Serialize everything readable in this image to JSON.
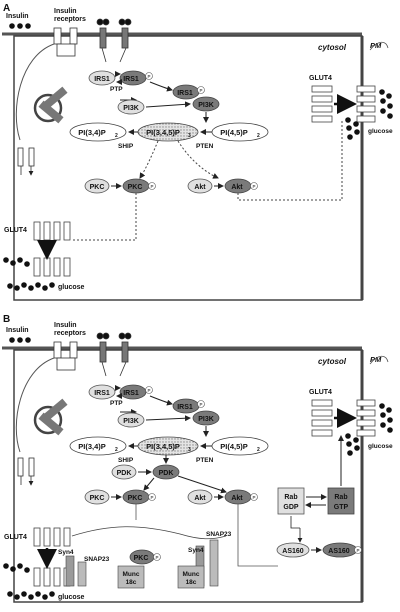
{
  "panelA": {
    "letter": "A",
    "insulin": "Insulin",
    "receptors_l1": "Insulin",
    "receptors_l2": "receptors",
    "cytosol": "cytosol",
    "pm": "PM",
    "irs1_left": "IRS1",
    "irs1_mid": "IRS1",
    "irs1_right": "IRS1",
    "ptp": "PTP",
    "pi3k_left": "PI3K",
    "pi3k_right": "PI3K",
    "pi34p2": "PI(3,4)P",
    "pi345p3": "PI(3,4,5)P",
    "pi45p2": "PI(4,5)P",
    "sub2": "2",
    "sub3": "3",
    "ship": "SHIP",
    "pten": "PTEN",
    "pkc_left": "PKC",
    "pkc_right": "PKC",
    "akt_left": "Akt",
    "akt_right": "Akt",
    "glut4_right": "GLUT4",
    "glut4_left": "GLUT4",
    "glucose_right": "glucose",
    "glucose_bottom": "glucose",
    "phospho": "P"
  },
  "panelB": {
    "letter": "B",
    "insulin": "Insulin",
    "receptors_l1": "Insulin",
    "receptors_l2": "receptors",
    "cytosol": "cytosol",
    "pm": "PM",
    "irs1_left": "IRS1",
    "irs1_mid": "IRS1",
    "irs1_right": "IRS1",
    "ptp": "PTP",
    "pi3k_left": "PI3K",
    "pi3k_right": "PI3K",
    "pi34p2": "PI(3,4)P",
    "pi345p3": "PI(3,4,5)P",
    "pi45p2": "PI(4,5)P",
    "sub2": "2",
    "sub3": "3",
    "ship": "SHIP",
    "pten": "PTEN",
    "pdk_left": "PDK",
    "pdk_right": "PDK",
    "pkc_left": "PKC",
    "pkc_right": "PKC",
    "akt_left": "Akt",
    "akt_right": "Akt",
    "rab_gdp_l1": "Rab",
    "rab_gdp_l2": "GDP",
    "rab_gtp_l1": "Rab",
    "rab_gtp_l2": "GTP",
    "as160_left": "AS160",
    "as160_right": "AS160",
    "glut4_right": "GLUT4",
    "glut4_left": "GLUT4",
    "glucose_right": "glucose",
    "glucose_bottom": "glucose",
    "syn4_left": "Syn4",
    "snap23_left": "SNAP23",
    "pkc_snare": "PKC",
    "munc_left_l1": "Munc",
    "munc_left_l2": "18c",
    "syn4_right": "Syn4",
    "snap23_right": "SNAP23",
    "munc_right_l1": "Munc",
    "munc_right_l2": "18c",
    "phospho": "P"
  }
}
